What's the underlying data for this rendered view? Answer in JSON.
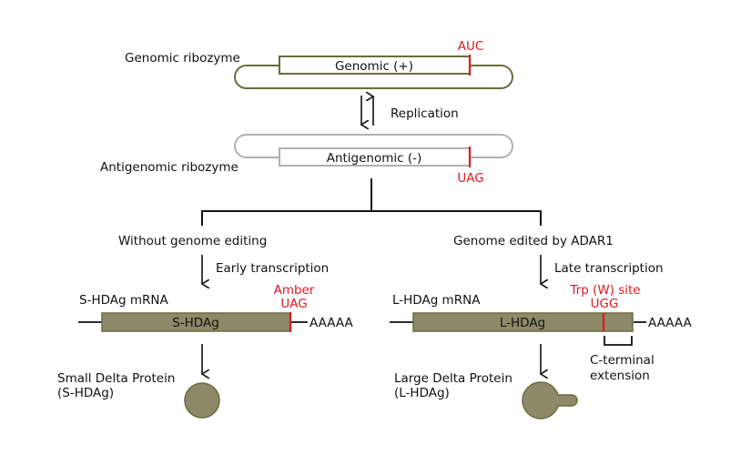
{
  "colors": {
    "olive_stroke": "#6b6b3e",
    "olive_fill": "#8c8a68",
    "gray_stroke": "#b0b0b0",
    "red": "#e0191f",
    "black": "#111111"
  },
  "genomic": {
    "side_label": "Genomic ribozyme",
    "box_label": "Genomic (+)",
    "codon": "AUC"
  },
  "replication": {
    "label": "Replication"
  },
  "antigenomic": {
    "side_label": "Antigenomic ribozyme",
    "box_label": "Antigenomic (-)",
    "codon": "UAG"
  },
  "left_branch": {
    "condition": "Without genome editing",
    "process": "Early transcription",
    "mrna_label": "S-HDAg mRNA",
    "bar_label": "S-HDAg",
    "codon_name": "Amber",
    "codon": "UAG",
    "polyA": "AAAAA",
    "protein_name": "Small Delta Protein",
    "protein_abbrev": "(S-HDAg)"
  },
  "right_branch": {
    "condition": "Genome edited by ADAR1",
    "process": "Late transcription",
    "mrna_label": "L-HDAg mRNA",
    "bar_label": "L-HDAg",
    "codon_name": "Trp (W) site",
    "codon": "UGG",
    "polyA": "AAAAA",
    "extension_label_1": "C-terminal",
    "extension_label_2": "extension",
    "protein_name": "Large Delta Protein",
    "protein_abbrev": "(L-HDAg)"
  }
}
